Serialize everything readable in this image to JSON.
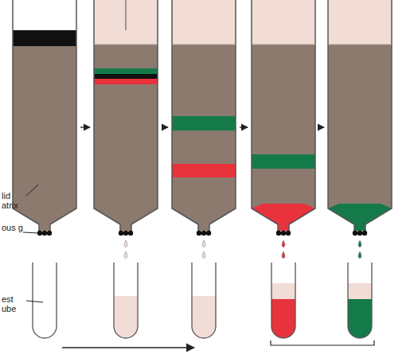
{
  "diagram": {
    "labels": [
      "lid atrix",
      "ous g",
      "est ube"
    ]
  }
}
